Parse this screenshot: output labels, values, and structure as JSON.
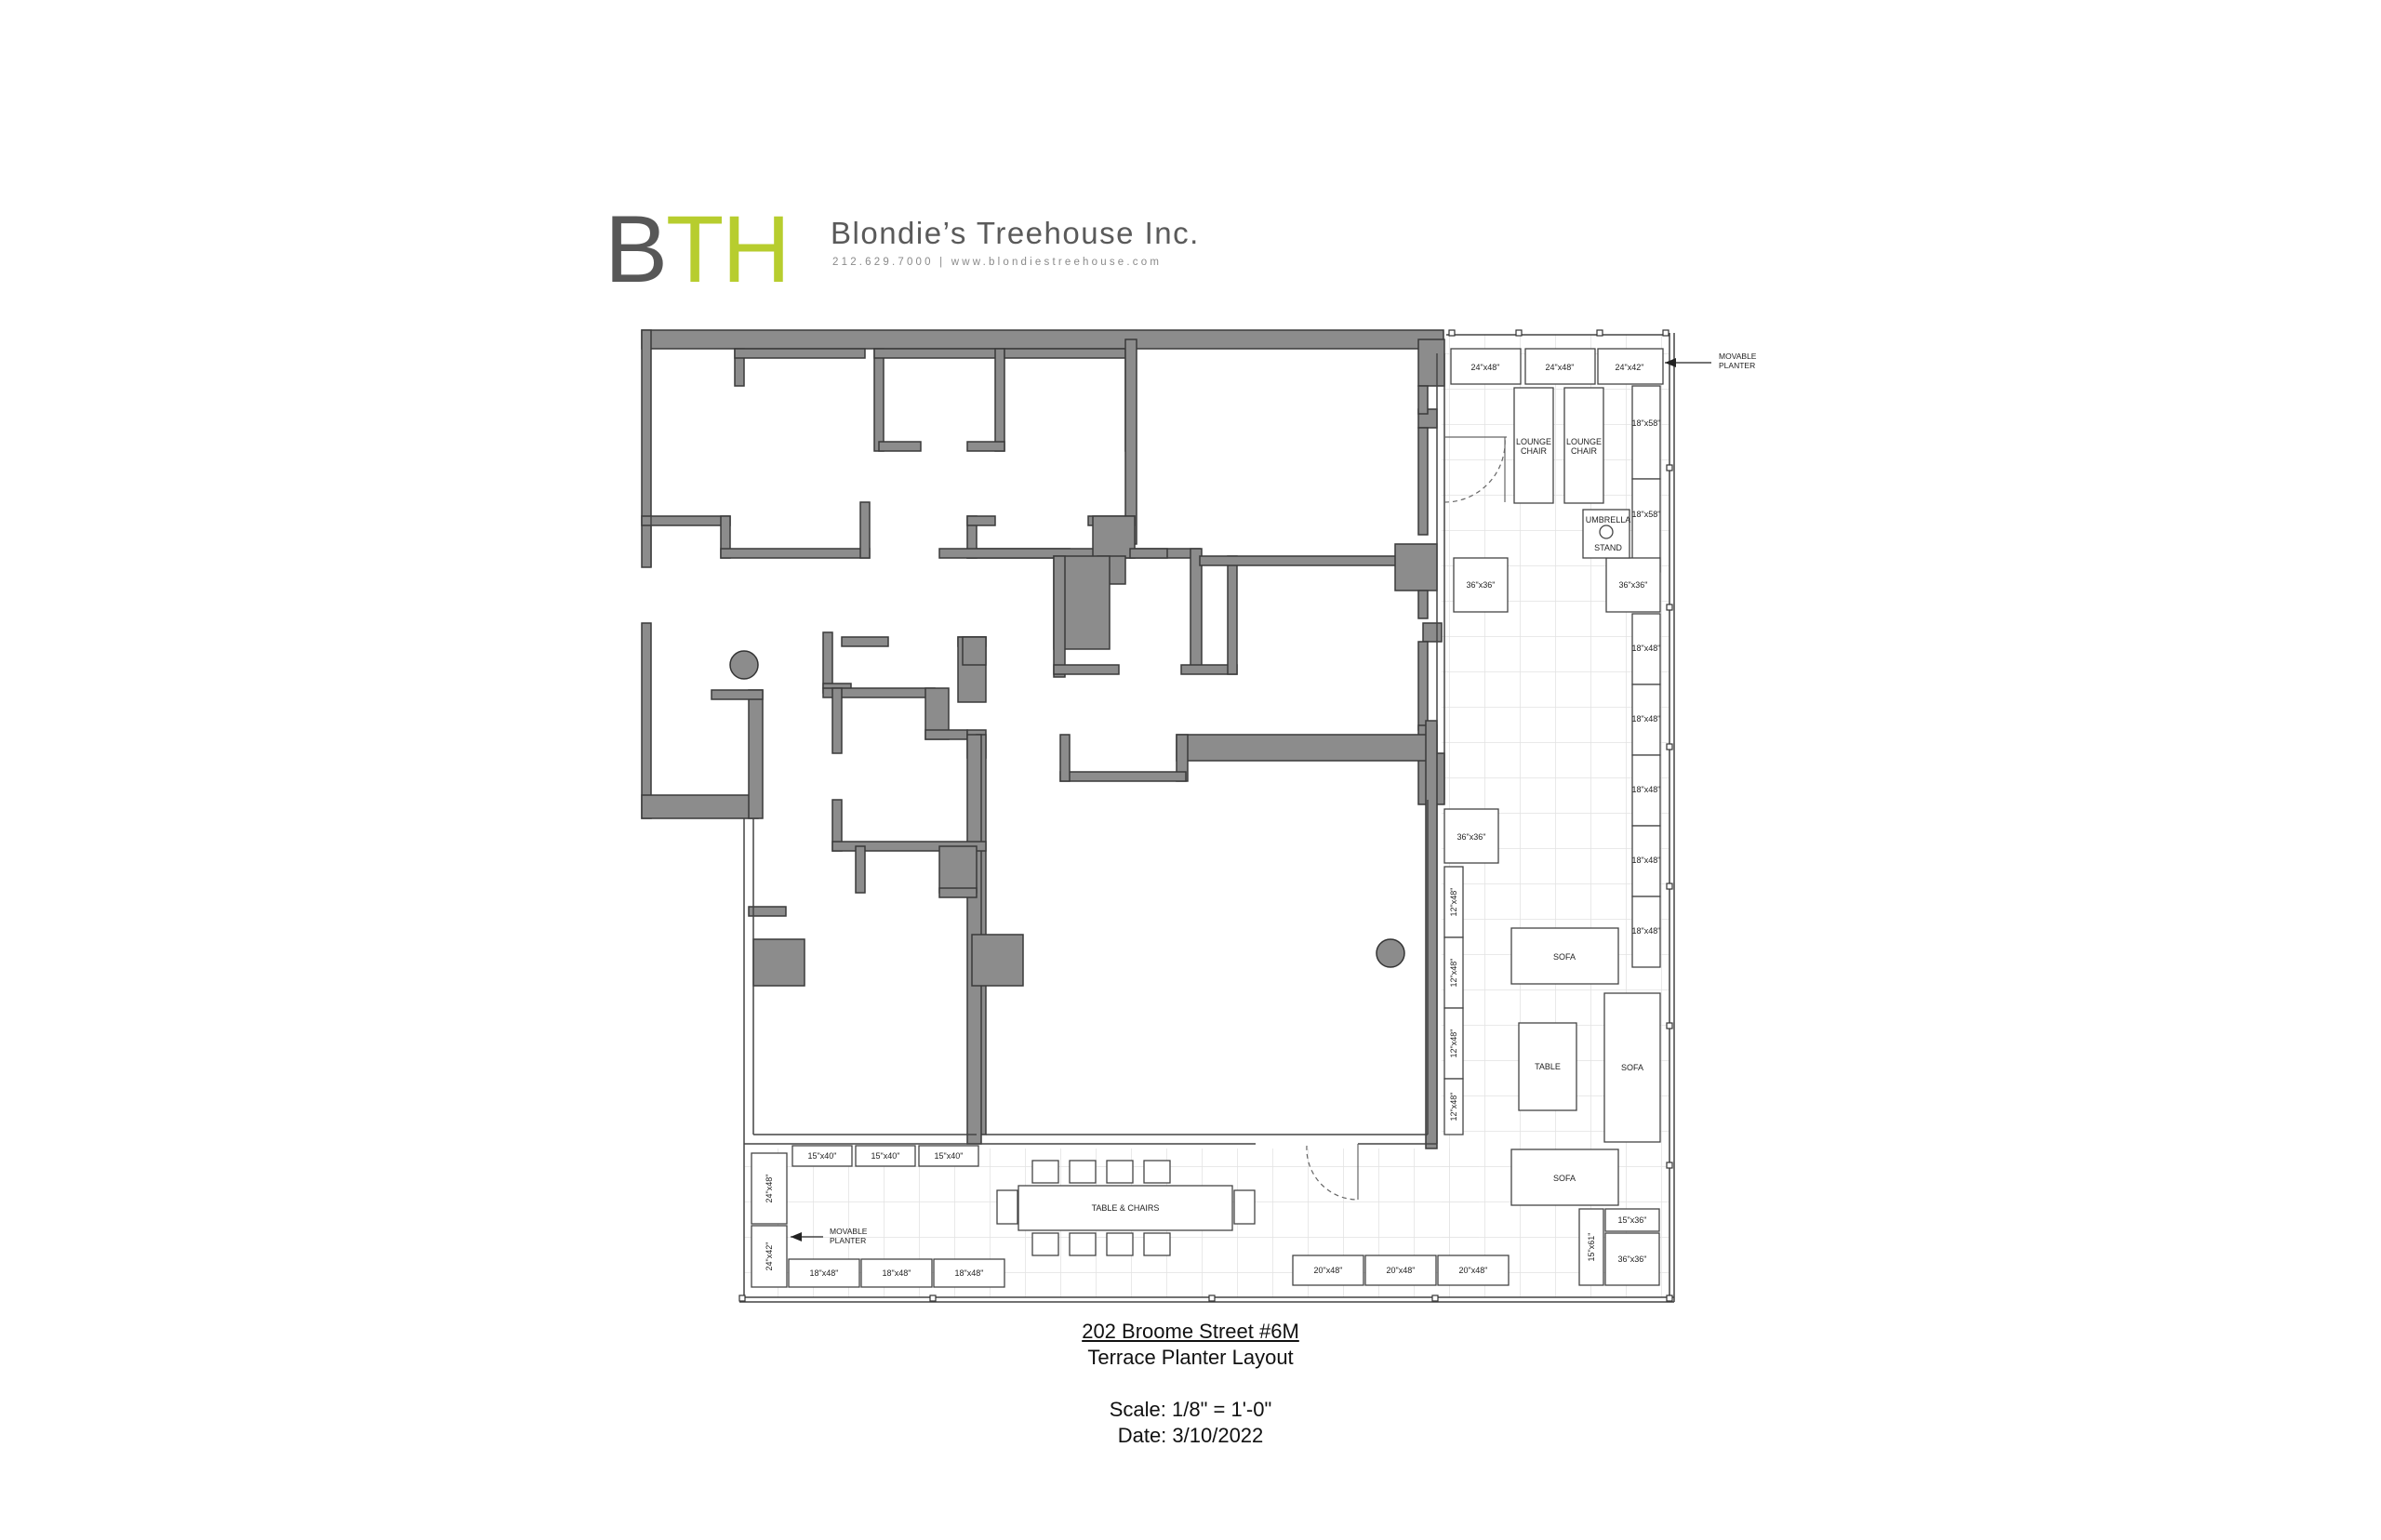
{
  "logo": {
    "mark_b": "B",
    "mark_th": "TH",
    "company": "Blondie’s Treehouse Inc.",
    "contact": "212.629.7000 | www.blondiestreehouse.com",
    "colors": {
      "gray": "#575757",
      "green": "#b7cd2e"
    }
  },
  "caption": {
    "address": "202 Broome Street #6M",
    "subtitle": "Terrace Planter Layout",
    "scale": "Scale: 1/8\" = 1'-0\"",
    "date": "Date: 3/10/2022"
  },
  "colors": {
    "wall": "#8c8c8c",
    "line": "#555555",
    "grid": "#e4e4e4"
  },
  "labels": {
    "movable_planter": "MOVABLE PLANTER",
    "planter_24x48": "24\"x48\"",
    "planter_24x42": "24\"x42\"",
    "planter_18x58": "18\"x58\"",
    "planter_36x36": "36\"x36\"",
    "planter_18x48": "18\"x48\"",
    "planter_12x48": "12\"x48\"",
    "planter_15x40": "15\"x40\"",
    "planter_20x48": "20\"x48\"",
    "planter_15x36": "15\"x36\"",
    "planter_15x61": "15\"x61\"",
    "lounge": "LOUNGE",
    "chair": "CHAIR",
    "umbrella": "UMBRELLA",
    "stand": "STAND",
    "sofa": "SOFA",
    "table": "TABLE",
    "table_chairs": "TABLE & CHAIRS"
  }
}
